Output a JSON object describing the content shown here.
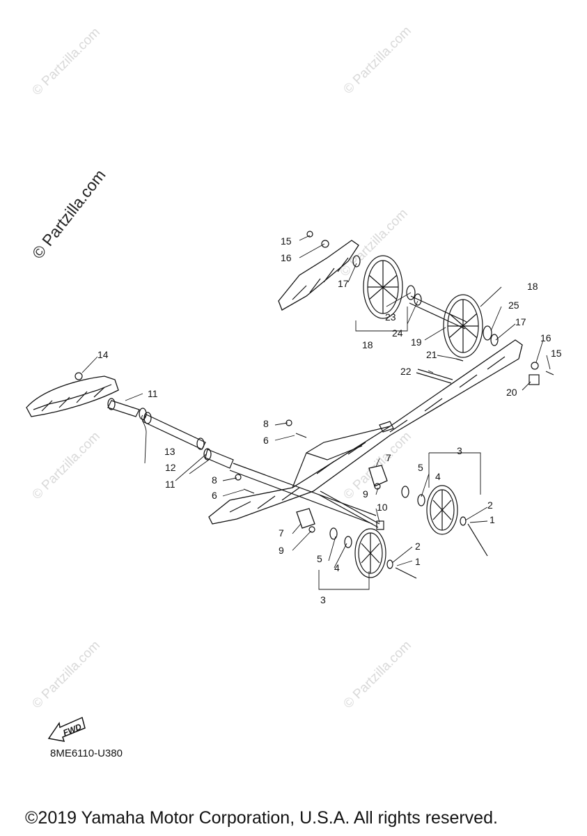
{
  "watermark": "© Partzilla.com",
  "watermark_big": "© Partzilla.com",
  "fwd_label": "FWD",
  "diagram_code": "8ME6110-U380",
  "copyright": "©2019 Yamaha Motor Corporation, U.S.A. All rights reserved.",
  "callouts": [
    "1",
    "2",
    "3",
    "4",
    "5",
    "6",
    "7",
    "8",
    "9",
    "10",
    "11",
    "12",
    "13",
    "14",
    "15",
    "16",
    "17",
    "18",
    "19",
    "20",
    "21",
    "22",
    "23",
    "24",
    "25"
  ]
}
